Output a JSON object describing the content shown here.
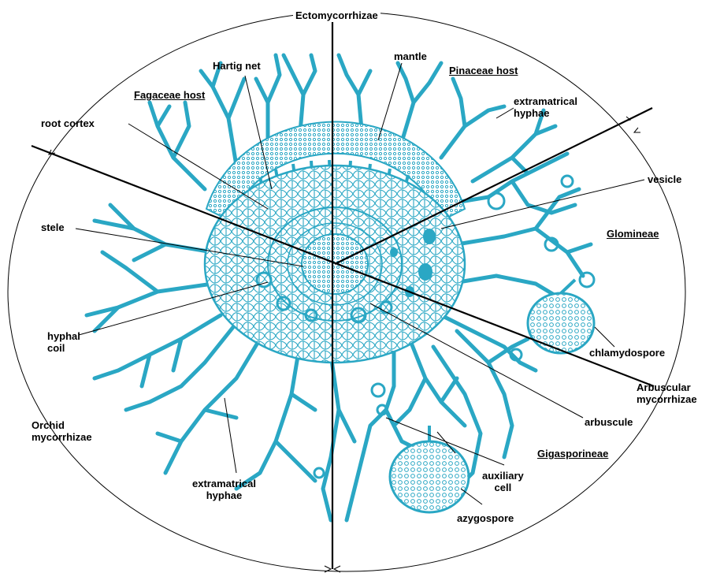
{
  "colors": {
    "hyphae": "#2aa7c4",
    "ink": "#000000",
    "background": "#ffffff"
  },
  "labels": {
    "ectomycorrhizae": "Ectomycorrhizae",
    "hartig_net": "Hartig net",
    "mantle": "mantle",
    "pinaceae_host": "Pinaceae host",
    "fagaceae_host": "Fagaceae host",
    "extramatrical_hyphae_top": "extramatrical\nhyphae",
    "root_cortex": "root cortex",
    "vesicle": "vesicle",
    "glomineae": "Glomineae",
    "stele": "stele",
    "hyphal_coil": "hyphal\ncoil",
    "chlamydospore": "chlamydospore",
    "arbuscular_mycorrhizae": "Arbuscular\nmycorrhizae",
    "arbuscule": "arbuscule",
    "gigasporineae": "Gigasporineae",
    "orchid_mycorrhizae": "Orchid\nmycorrhizae",
    "extramatrical_hyphae_bottom": "extramatrical\nhyphae",
    "auxiliary_cell": "auxiliary\ncell",
    "azygospore": "azygospore"
  }
}
